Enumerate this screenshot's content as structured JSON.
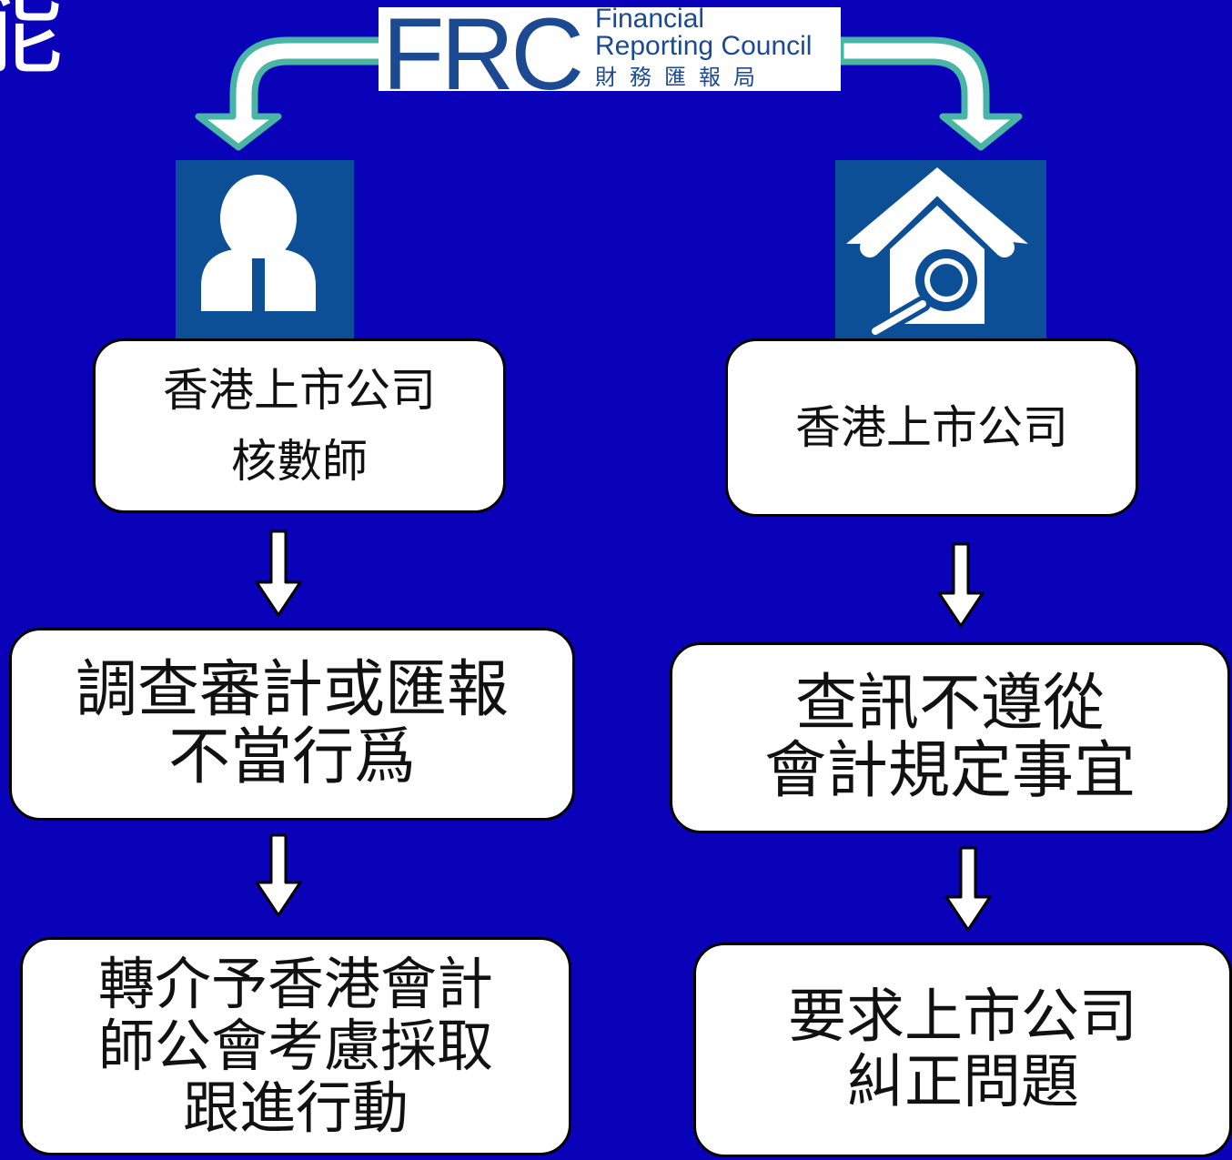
{
  "title_fragment": "能",
  "logo": {
    "initials": "FRC",
    "name_en": "Financial\nReporting Council",
    "name_zh": "財務匯報局"
  },
  "left": {
    "icon": "person-icon",
    "box1": "香港上市公司\n核數師",
    "box2": "調查審計或匯報\n不當行爲",
    "box3": "轉介予香港會計\n師公會考慮採取\n跟進行動"
  },
  "right": {
    "icon": "house-search-icon",
    "box1": "香港上市公司",
    "box2": "查訊不遵從\n會計規定事宜",
    "box3": "要求上市公司\n糾正問題"
  },
  "colors": {
    "background": "#0a02b8",
    "icon_tile": "#0c4f96",
    "connector": "#48b5a5",
    "logo_text": "#1b4a92"
  }
}
